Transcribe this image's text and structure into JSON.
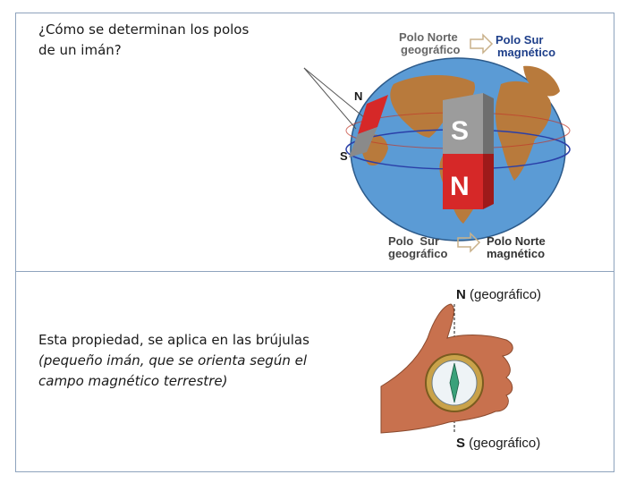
{
  "section1": {
    "question": "¿Cómo se determinan los polos de un imán?",
    "magnet_small_n": "N",
    "magnet_small_s": "S",
    "magnet_big_s": "S",
    "magnet_big_n": "N",
    "top_left": [
      "Polo Norte",
      "geográfico"
    ],
    "top_right": [
      "Polo Sur",
      "magnético"
    ],
    "bottom_left": [
      "Polo  Sur",
      "geográfico"
    ],
    "bottom_right": [
      "Polo Norte",
      "magnético"
    ]
  },
  "section2": {
    "text_plain": "Esta propiedad, se aplica en las brújulas",
    "text_italic": "(pequeño imán, que se orienta según el campo magnético terrestre)",
    "north_bold": "N",
    "north_rest": " (geográfico)",
    "south_bold": "S",
    "south_rest": " (geográfico)"
  },
  "colors": {
    "ocean": "#5b9bd5",
    "land": "#b87a3c",
    "magnet_red": "#d62828",
    "magnet_gray": "#8a8a8a",
    "border": "#8ea3bd"
  }
}
